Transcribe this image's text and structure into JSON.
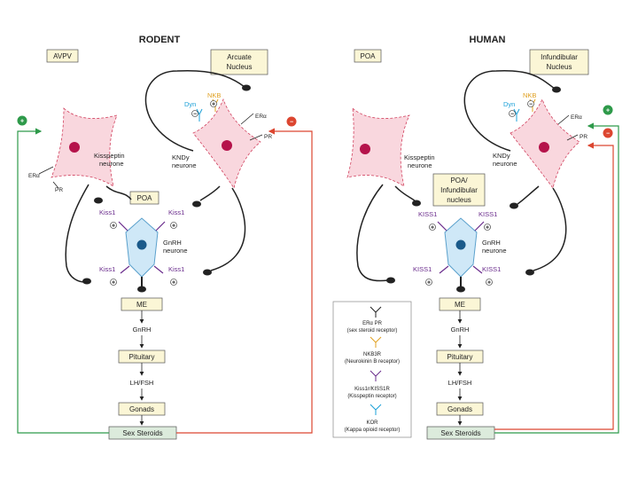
{
  "rodent": {
    "title": "RODENT",
    "region_left": "AVPV",
    "region_right_1": "Arcuate",
    "region_right_2": "Nucleus",
    "region_mid": "POA",
    "kiss_neurone_1": "Kisspeptin",
    "kiss_neurone_2": "neurone",
    "kndy_1": "KNDy",
    "kndy_2": "neurone",
    "gnrh_1": "GnRH",
    "gnrh_2": "neurone",
    "era": "ERα",
    "pr": "PR",
    "era_right": "ERα",
    "pr_right": "PR",
    "nkb": "NKB",
    "dyn": "Dyn",
    "kiss1": "Kiss1",
    "me": "ME",
    "gnrh": "GnRH",
    "pituitary": "Pituitary",
    "lhfsh": "LH/FSH",
    "gonads": "Gonads",
    "sex_steroids": "Sex Steroids"
  },
  "human": {
    "title": "HUMAN",
    "region_left": "POA",
    "region_right_1": "Infundibular",
    "region_right_2": "Nucleus",
    "region_mid_1": "POA/",
    "region_mid_2": "Infundibular",
    "region_mid_3": "nucleus",
    "kiss_neurone_1": "Kisspeptin",
    "kiss_neurone_2": "neurone",
    "kndy_1": "KNDy",
    "kndy_2": "neurone",
    "gnrh_1": "GnRH",
    "gnrh_2": "neurone",
    "era": "ERα",
    "pr": "PR",
    "nkb": "NKB",
    "dyn": "Dyn",
    "kiss1": "KISS1",
    "me": "ME",
    "gnrh": "GnRH",
    "pituitary": "Pituitary",
    "lhfsh": "LH/FSH",
    "gonads": "Gonads",
    "sex_steroids": "Sex Steroids"
  },
  "legend": {
    "r1_1": "ERα PR",
    "r1_2": "(sex steroid receptor)",
    "r2_1": "NKB3R",
    "r2_2": "(Neurokinin B receptor)",
    "r3_1": "Kiss1r/KISS1R",
    "r3_2": "(Kisspeptin receptor)",
    "r4_1": "KOR",
    "r4_2": "(Kappa opioid receptor)"
  },
  "symbols": {
    "plus": "+",
    "minus": "−"
  },
  "colors": {
    "neurone_fill": "#f9d7de",
    "neurone_edge": "#d1415e",
    "nucleus": "#b5134b",
    "gnrh_fill": "#cfe8f7",
    "gnrh_edge": "#5aa0cc",
    "gnrh_nucleus": "#1a5a8a",
    "box_fill": "#fbf6d6",
    "steroid_box_fill": "#dcebdc",
    "positive": "#2e9a4a",
    "negative": "#dc4630",
    "kiss": "#6a2c8c",
    "nkb": "#e0a020",
    "dyn": "#1ba0d8"
  }
}
